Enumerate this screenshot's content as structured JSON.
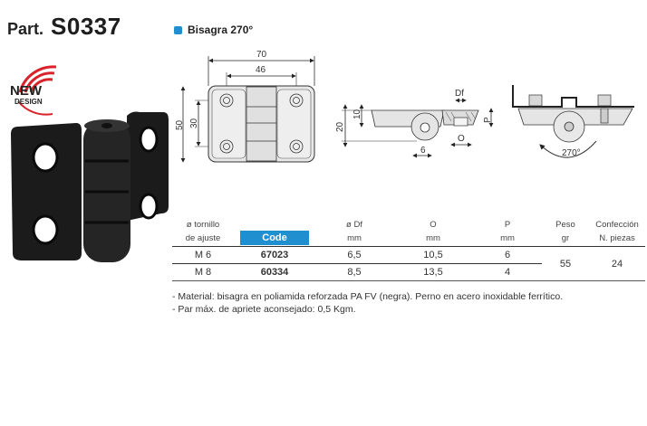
{
  "header": {
    "prefix": "Part.",
    "part_number": "S0337",
    "section_label": "Bisagra 270°",
    "section_color": "#1f8fd0"
  },
  "badge": {
    "line1": "NEW",
    "line2": "DESIGN"
  },
  "drawings": {
    "front_view": {
      "width_overall": "70",
      "hole_spacing_x": "46",
      "height_overall": "50",
      "hole_spacing_y": "30"
    },
    "side_view": {
      "thickness": "20",
      "leaf": "10",
      "pin": "6",
      "df": "Df",
      "o": "O",
      "p": "P"
    },
    "mount_view": {
      "angle": "270°"
    }
  },
  "table": {
    "headers": [
      {
        "line1": "ø tornillo",
        "line2": "de ajuste"
      },
      {
        "line1": "",
        "line2": "Code"
      },
      {
        "line1": "ø Df",
        "line2": "mm"
      },
      {
        "line1": "O",
        "line2": "mm"
      },
      {
        "line1": "P",
        "line2": "mm"
      },
      {
        "line1": "Peso",
        "line2": "gr"
      },
      {
        "line1": "Confección",
        "line2": "N. piezas"
      }
    ],
    "rows": [
      {
        "screw": "M 6",
        "code": "67023",
        "df": "6,5",
        "o": "10,5",
        "p": "6"
      },
      {
        "screw": "M 8",
        "code": "60334",
        "df": "8,5",
        "o": "13,5",
        "p": "4"
      }
    ],
    "shared": {
      "weight": "55",
      "pack": "24"
    },
    "code_header_color": "#1f8fd0",
    "highlight_code_color": "#1a9a4a"
  },
  "notes": [
    "- Material: bisagra en poliamida reforzada PA FV (negra). Perno en acero inoxidable ferrítico.",
    "- Par máx. de apriete aconsejado: 0,5 Kgm."
  ]
}
